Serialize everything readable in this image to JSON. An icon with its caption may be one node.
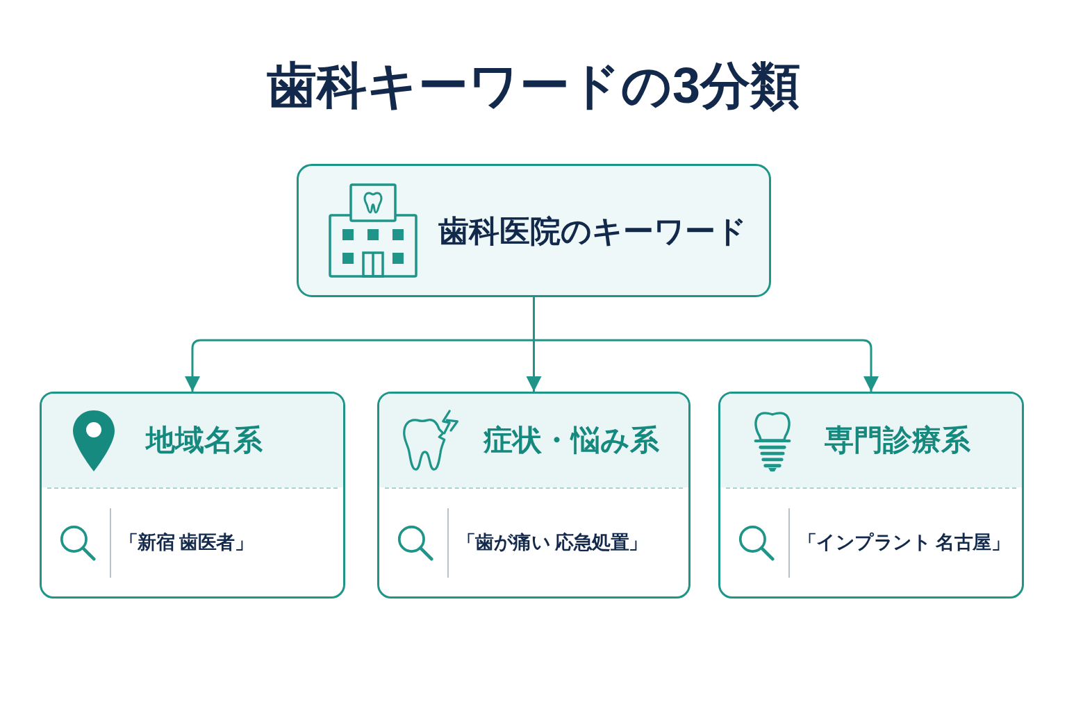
{
  "diagram": {
    "title": "歯科キーワードの3分類",
    "nodes": [
      {
        "text": [
          "歯科医院のキーワード"
        ]
      },
      {
        "text": [
          "地域名系",
          "「新宿 歯医者」"
        ]
      },
      {
        "text": [
          "症状・悩み系",
          "「歯が痛い 応急処置」"
        ]
      },
      {
        "text": [
          "専門診療系",
          "「インプラント 名古屋」"
        ]
      }
    ],
    "edges": [
      {
        "from": 0,
        "to": 1,
        "arrow": "to"
      },
      {
        "from": 0,
        "to": 2,
        "arrow": "to"
      },
      {
        "from": 0,
        "to": 3,
        "arrow": "to"
      }
    ]
  }
}
